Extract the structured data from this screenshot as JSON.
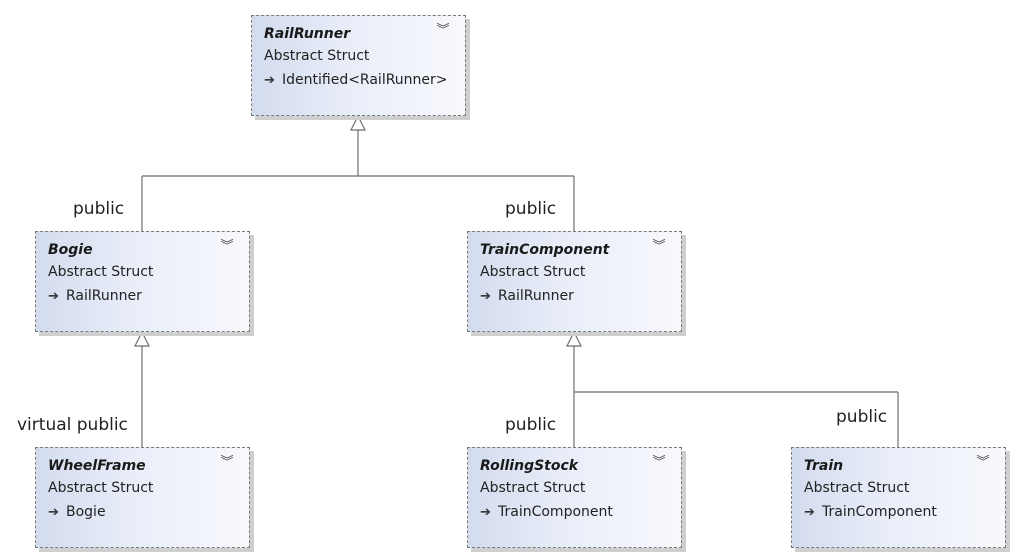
{
  "nodes": {
    "railrunner": {
      "name": "RailRunner",
      "kind": "Abstract Struct",
      "base": "Identified<RailRunner>",
      "toggle_icon": "double-chevron-down-icon"
    },
    "bogie": {
      "name": "Bogie",
      "kind": "Abstract Struct",
      "base": "RailRunner",
      "toggle_icon": "double-chevron-down-icon"
    },
    "traincomponent": {
      "name": "TrainComponent",
      "kind": "Abstract Struct",
      "base": "RailRunner",
      "toggle_icon": "double-chevron-down-icon"
    },
    "wheelframe": {
      "name": "WheelFrame",
      "kind": "Abstract Struct",
      "base": "Bogie",
      "toggle_icon": "double-chevron-down-icon"
    },
    "rollingstock": {
      "name": "RollingStock",
      "kind": "Abstract Struct",
      "base": "TrainComponent",
      "toggle_icon": "double-chevron-down-icon"
    },
    "train": {
      "name": "Train",
      "kind": "Abstract Struct",
      "base": "TrainComponent",
      "toggle_icon": "double-chevron-down-icon"
    }
  },
  "edge_labels": {
    "bogie": "public",
    "traincomponent": "public",
    "wheelframe": "virtual public",
    "rollingstock": "public",
    "train": "public"
  }
}
